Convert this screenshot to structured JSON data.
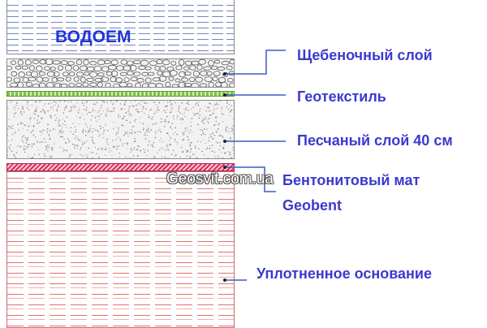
{
  "title": "ВОДОЕМ",
  "layers": {
    "gravel": "Щебеночный слой",
    "geotextile": "Геотекстиль",
    "sand": "Песчаный слой 40 см",
    "bentonite_line1": "Бентонитовый мат",
    "bentonite_line2": "Geobent",
    "base": "Уплотненное основание"
  },
  "watermark": "Geosvit.com.ua",
  "colors": {
    "label": "#3a3ad0",
    "leader": "#3b5bc4",
    "water": "#6e86c2",
    "geotextile": "#7dc24a",
    "bentonite": "#d2335f",
    "base": "#e0726e"
  }
}
